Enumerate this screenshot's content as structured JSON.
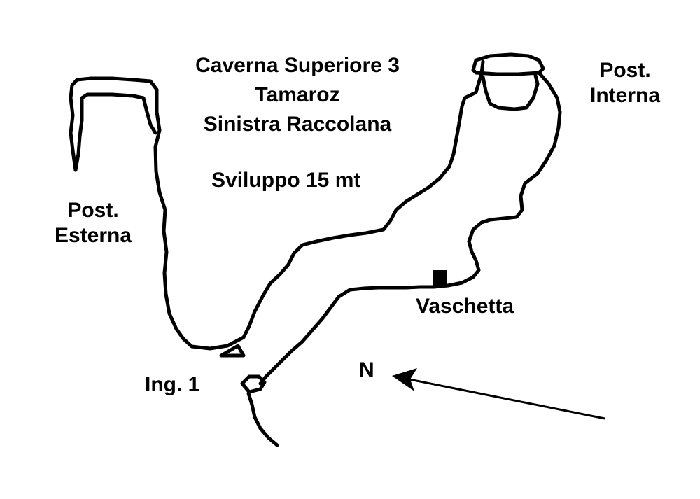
{
  "title": {
    "line1": "Caverna Superiore 3",
    "line2": "Tamaroz",
    "line3": "Sinistra Raccolana"
  },
  "development": "Sviluppo 15 mt",
  "labels": {
    "post_esterna_1": "Post.",
    "post_esterna_2": "Esterna",
    "post_interna_1": "Post.",
    "post_interna_2": "Interna",
    "vaschetta": "Vaschetta",
    "ingresso": "Ing. 1",
    "north": "N"
  },
  "colors": {
    "ink": "#000000",
    "background": "#ffffff"
  },
  "icons": [
    "north-arrow-icon",
    "pool-marker-icon"
  ]
}
